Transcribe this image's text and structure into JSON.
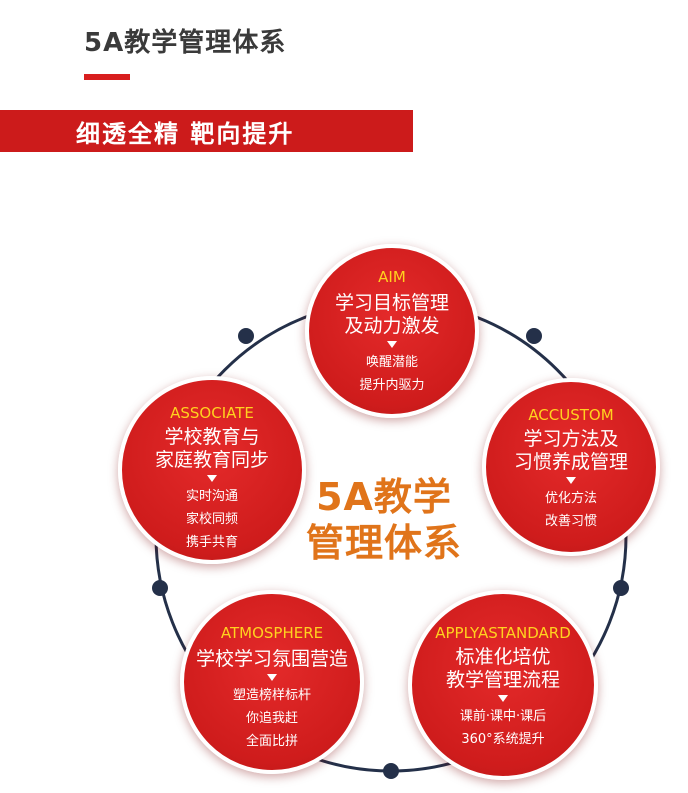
{
  "header": {
    "title": "5A教学管理体系"
  },
  "banner": {
    "text": "细透全精 靶向提升"
  },
  "center": {
    "line1": "5A教学",
    "line2": "管理体系"
  },
  "colors": {
    "red": "#d81e1e",
    "orange": "#e0741a",
    "yellow": "#ffd21f",
    "ring": "#243049"
  },
  "nodes": [
    {
      "en": "AIM",
      "title": [
        "学习目标管理",
        "及动力激发"
      ],
      "items": [
        "唤醒潜能",
        "提升内驱力"
      ]
    },
    {
      "en": "ACCUSTOM",
      "title": [
        "学习方法及",
        "习惯养成管理"
      ],
      "items": [
        "优化方法",
        "改善习惯"
      ]
    },
    {
      "en": "APPLYASTANDARD",
      "title": [
        "标准化培优",
        "教学管理流程"
      ],
      "items": [
        "课前·课中·课后",
        "360°系统提升"
      ]
    },
    {
      "en": "ATMOSPHERE",
      "title": [
        "学校学习氛围营造"
      ],
      "items": [
        "塑造榜样标杆",
        "你追我赶",
        "全面比拼"
      ]
    },
    {
      "en": "ASSOCIATE",
      "title": [
        "学校教育与",
        "家庭教育同步"
      ],
      "items": [
        "实时沟通",
        "家校同频",
        "携手共育"
      ]
    }
  ]
}
